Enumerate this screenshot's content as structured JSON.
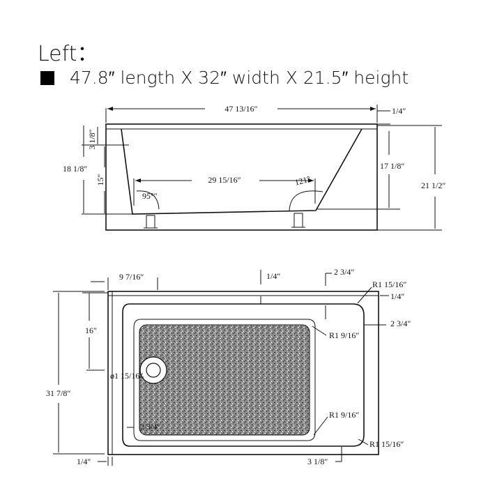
{
  "title": "Left：",
  "spec": "47.8″ length X 32″ width X 21.5″ height",
  "side_view": {
    "overall_length": "47 13/16″",
    "rim_thickness": "1/4″",
    "rim_drop": "3 1/8″",
    "interior_depth": "18 1/8″",
    "lower_depth": "15″",
    "bottom_length": "29 15/16″",
    "foot_angle": "95°″",
    "slope_angle": "121°",
    "slope_height": "17 1/8″",
    "overall_height": "21 1/2″"
  },
  "top_view": {
    "left_offset": "9 7/16″",
    "top_rim": "1/4″",
    "top_inset": "2 3/4″",
    "outer_radius": "R1 15/16″",
    "right_rim": "1/4″",
    "right_inset": "2 3/4″",
    "drain_offset": "16″",
    "inner_radius_top": "R1 9/16″",
    "drain_diameter": "ø1 15/16″",
    "overall_width": "31 7/8″",
    "left_inset": "2 3/4″",
    "inner_radius_bottom": "R1 9/16″",
    "outer_radius_bottom": "R1 15/16″",
    "left_rim": "1/4″",
    "bottom_inset": "3 1/8″"
  }
}
